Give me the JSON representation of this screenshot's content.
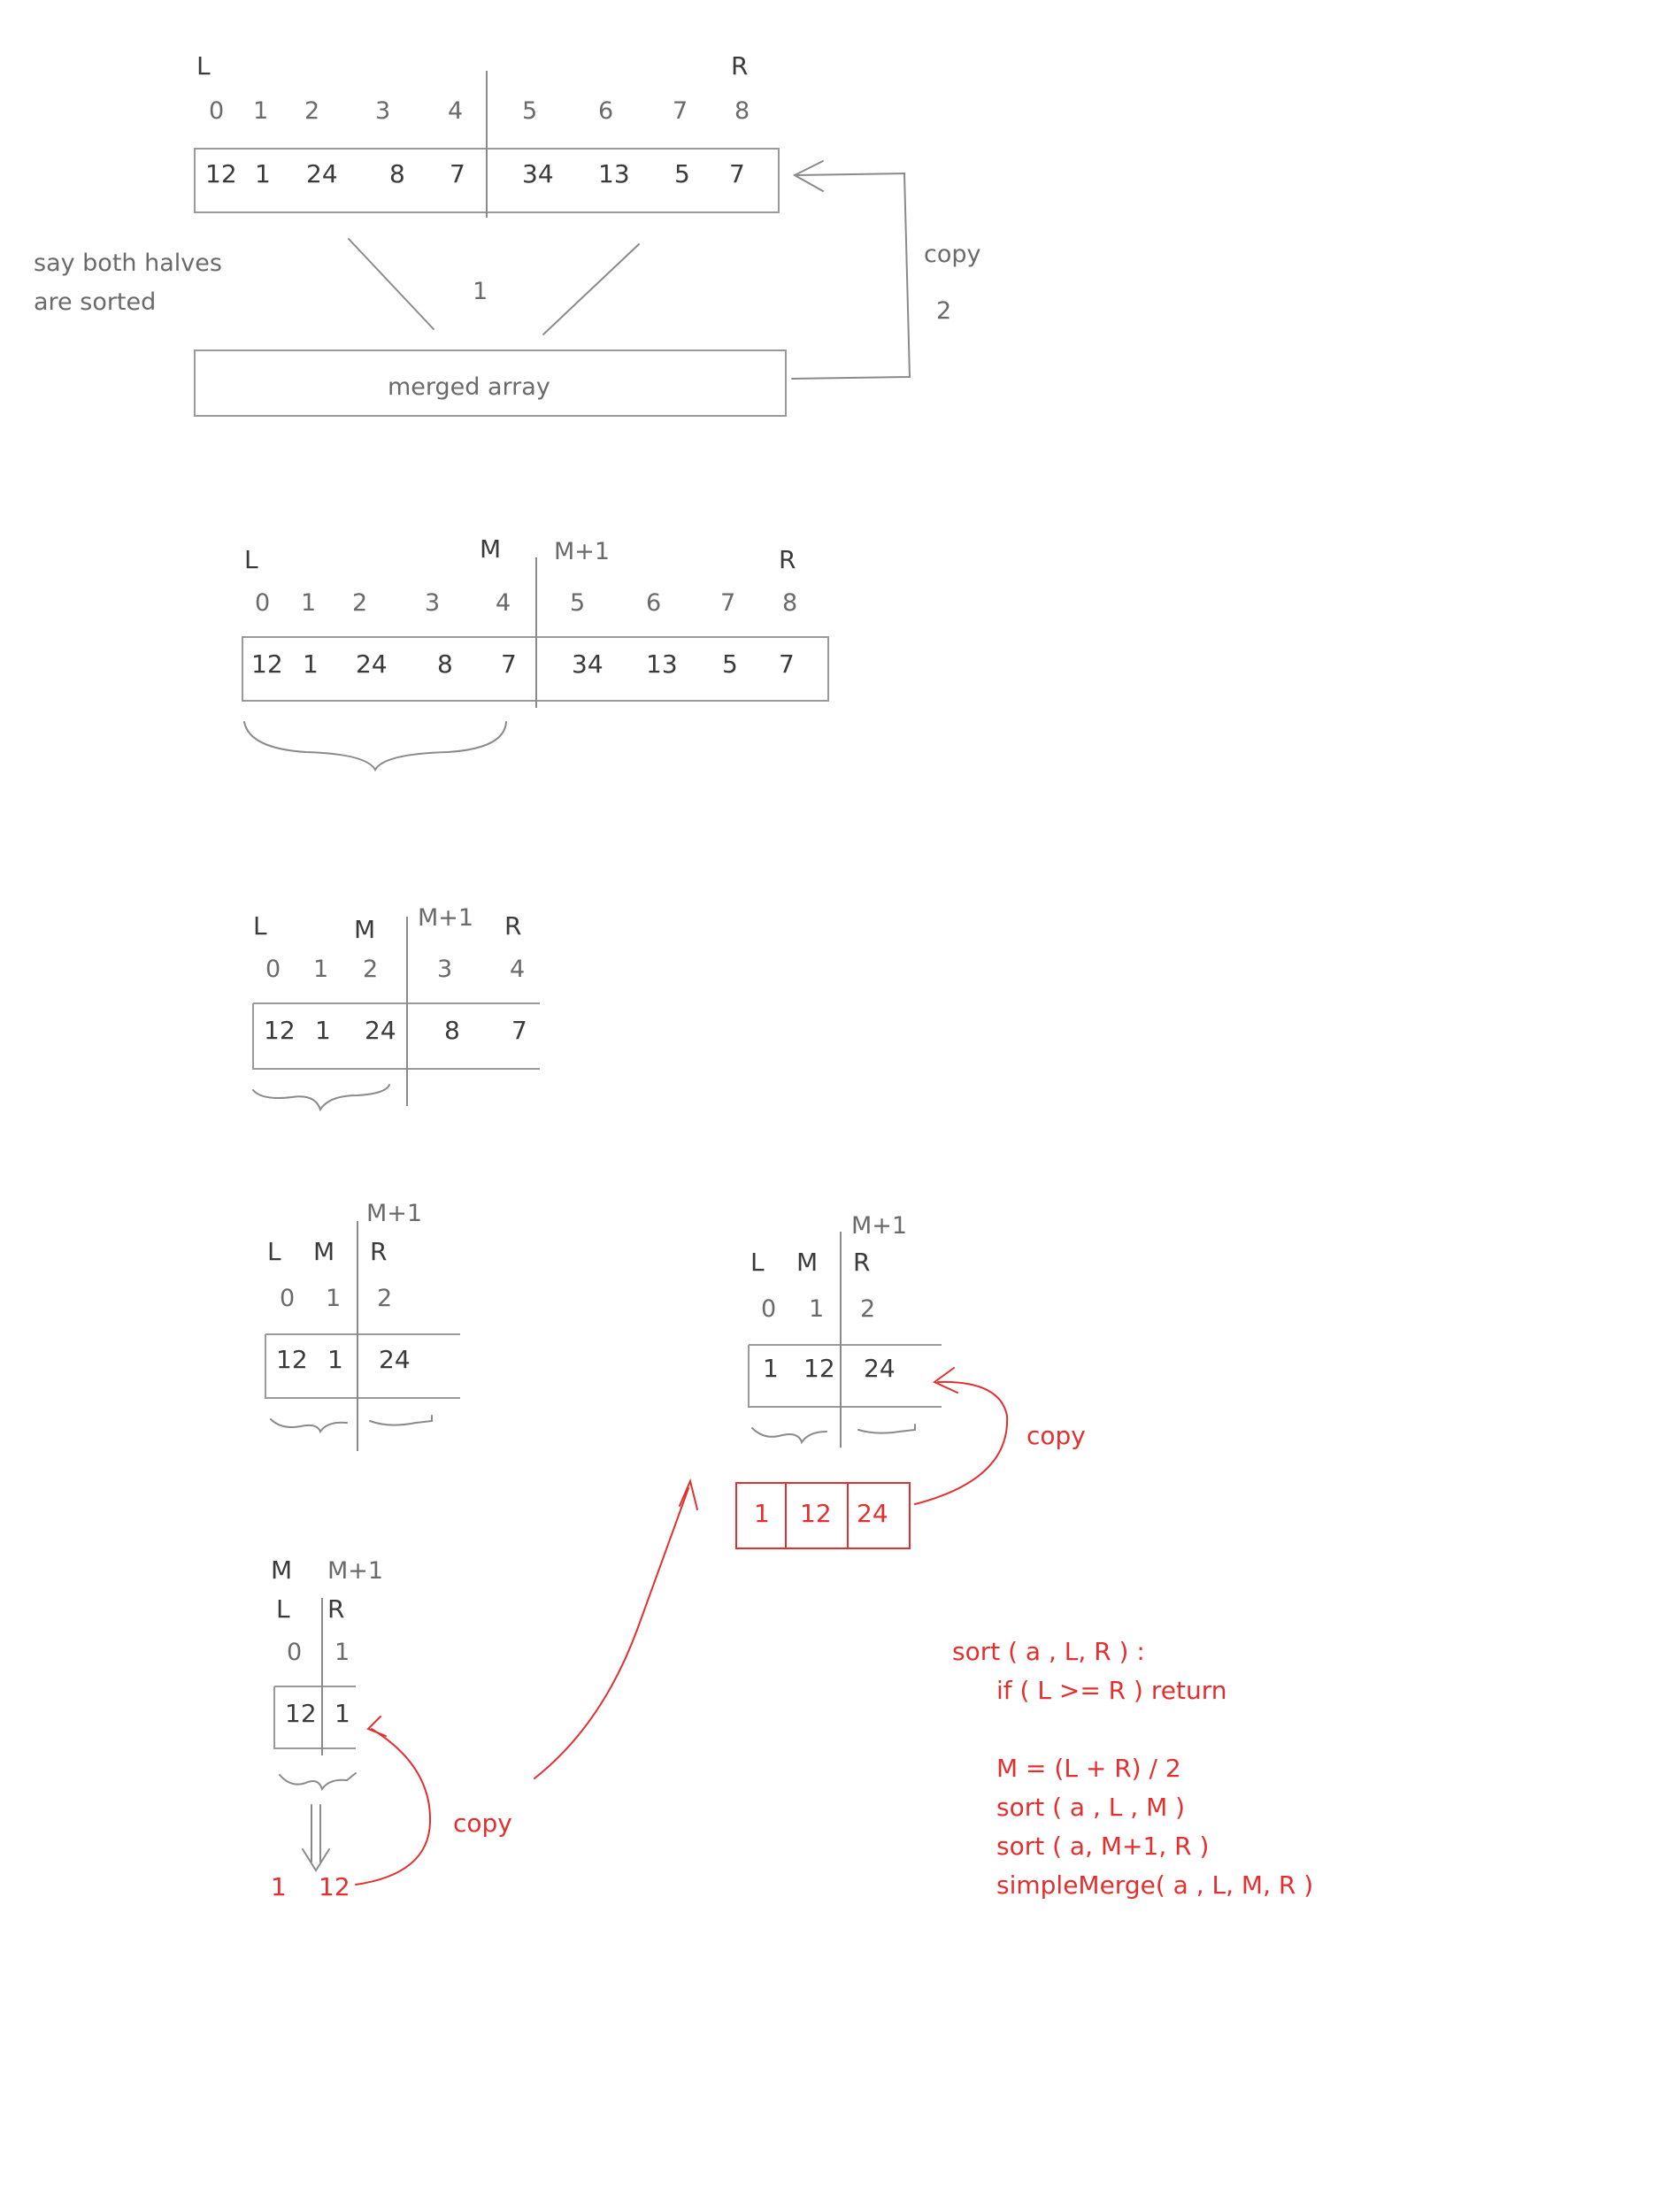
{
  "panel1": {
    "left_marker": "L",
    "right_marker": "R",
    "indices": [
      "0",
      "1",
      "2",
      "3",
      "4",
      "5",
      "6",
      "7",
      "8"
    ],
    "values": [
      "12",
      "1",
      "24",
      "8",
      "7",
      "34",
      "13",
      "5",
      "7"
    ],
    "side_note_line1": "say both halves",
    "side_note_line2": "are sorted",
    "step_1": "1",
    "merged_label": "merged array",
    "copy_label": "copy",
    "step_2": "2"
  },
  "panel2": {
    "left_marker": "L",
    "mid_marker": "M",
    "mid_plus_marker": "M+1",
    "right_marker": "R",
    "indices": [
      "0",
      "1",
      "2",
      "3",
      "4",
      "5",
      "6",
      "7",
      "8"
    ],
    "values": [
      "12",
      "1",
      "24",
      "8",
      "7",
      "34",
      "13",
      "5",
      "7"
    ]
  },
  "panel3": {
    "left_marker": "L",
    "mid_marker": "M",
    "mid_plus_marker": "M+1",
    "right_marker": "R",
    "indices": [
      "0",
      "1",
      "2",
      "3",
      "4"
    ],
    "values": [
      "12",
      "1",
      "24",
      "8",
      "7"
    ]
  },
  "panel4": {
    "mid_plus_marker": "M+1",
    "left_marker": "L",
    "mid_marker": "M",
    "right_marker": "R",
    "indices": [
      "0",
      "1",
      "2"
    ],
    "values": [
      "12",
      "1",
      "24"
    ]
  },
  "panel5": {
    "mid_plus_marker": "M+1",
    "left_marker": "L",
    "mid_marker": "M",
    "right_marker": "R",
    "indices": [
      "0",
      "1",
      "2"
    ],
    "values": [
      "1",
      "12",
      "24"
    ],
    "temp_values": [
      "1",
      "12",
      "24"
    ],
    "copy_label": "copy"
  },
  "panel6": {
    "mid_marker": "M",
    "mid_plus_marker": "M+1",
    "left_marker": "L",
    "right_marker": "R",
    "indices": [
      "0",
      "1"
    ],
    "values": [
      "12",
      "1"
    ],
    "sorted_values": [
      "1",
      "12"
    ],
    "copy_label": "copy"
  },
  "code": {
    "line1": "sort (  a ,  L,  R ) :",
    "line2": "if ( L >= R )  return",
    "line3": "M = (L + R) / 2",
    "line4": "sort (  a ,  L ,  M )",
    "line5": "sort (  a,  M+1,   R )",
    "line6": "simpleMerge( a , L, M, R )"
  },
  "colors": {
    "ink": "#3a3a3a",
    "pencil": "#8a8a8a",
    "red": "#e3302f"
  }
}
